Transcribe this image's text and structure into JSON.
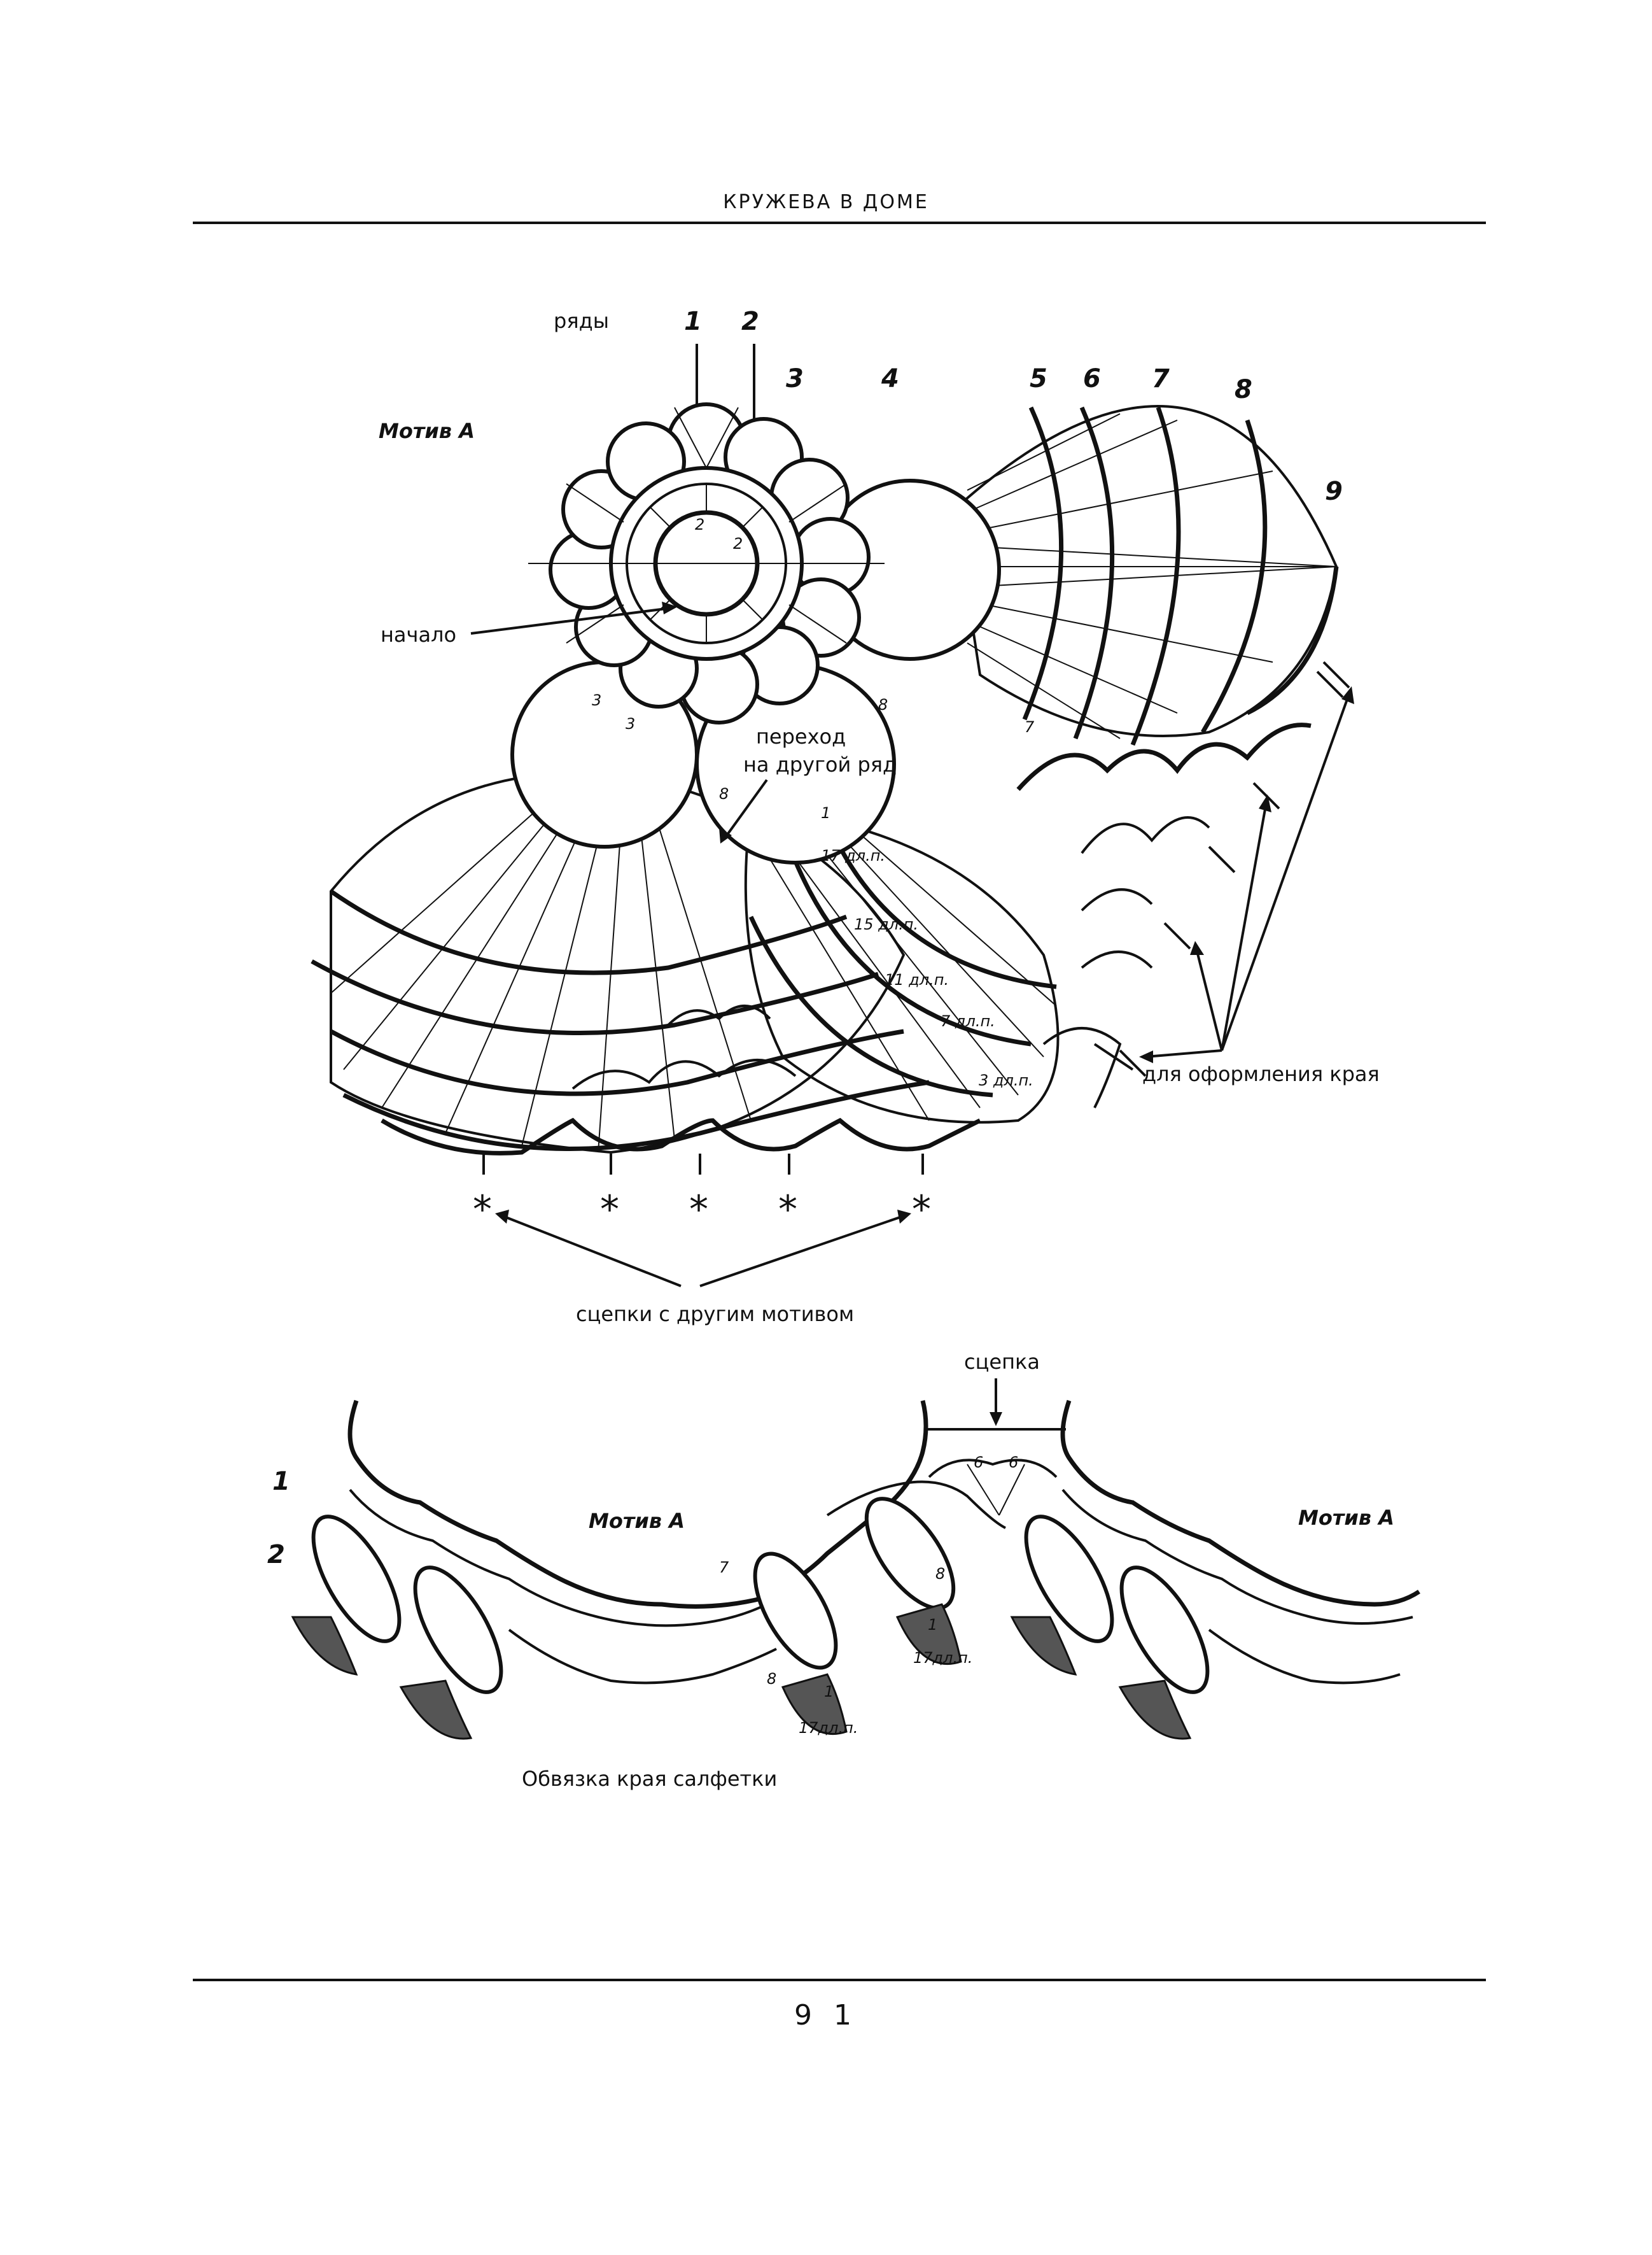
{
  "header": {
    "running_title": "КРУЖЕВА В ДОМЕ"
  },
  "footer": {
    "page_number": "9 1"
  },
  "motif_diagram": {
    "title": "Мотив А",
    "rows_label": "ряды",
    "row_numbers": [
      "1",
      "2",
      "3",
      "4",
      "5",
      "6",
      "7",
      "8",
      "9"
    ],
    "start_label": "начало",
    "transition_label_line1": "переход",
    "transition_label_line2": "на другой ряд",
    "edge_label": "для оформления края",
    "joins_label": "сцепки с другим мотивом",
    "join_marker": "*",
    "stitch_notes": [
      "17 дл.п.",
      "15 дл.п.",
      "11 дл.п.",
      "7 дл.п.",
      "3 дл.п."
    ],
    "small_numbers": [
      "2",
      "2",
      "3",
      "3",
      "8",
      "7",
      "1",
      "8"
    ]
  },
  "edging_diagram": {
    "motif_left": "Мотив А",
    "motif_right": "Мотив А",
    "join_label": "сцепка",
    "row_1": "1",
    "row_2": "2",
    "caption": "Обвязка края салфетки",
    "stitch_notes": [
      "17дл.п.",
      "17дл.п."
    ],
    "small_numbers": [
      "6",
      "6",
      "7",
      "8",
      "8",
      "1",
      "1"
    ]
  }
}
